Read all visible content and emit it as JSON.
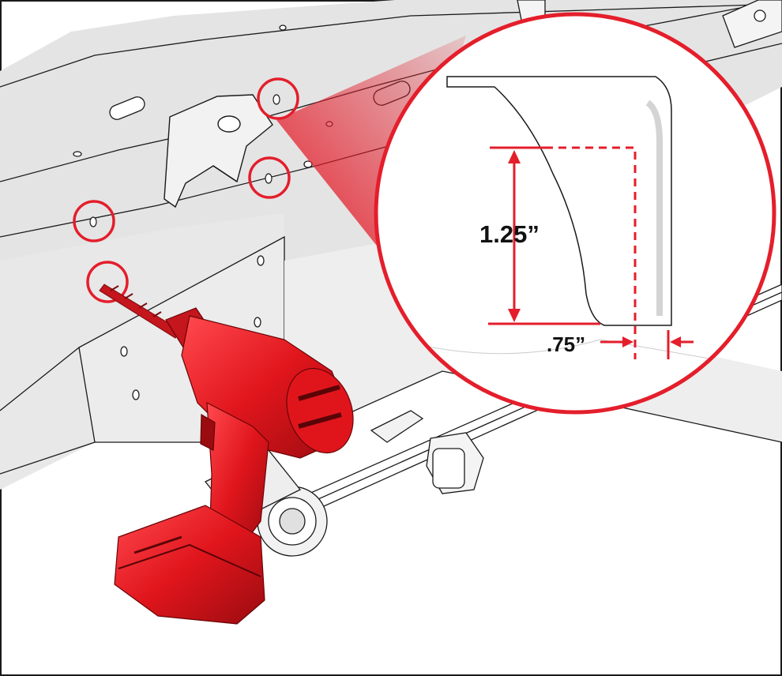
{
  "dimensions": {
    "height_label": "1.25”",
    "offset_label": ".75”"
  },
  "colors": {
    "accent": "#e41e2b",
    "frame_fill": "#e6e6e6",
    "line": "#1a1a1a",
    "drill_red": "#e0151c",
    "drill_dark": "#9a0c10"
  },
  "icons": {
    "drill": "drill-icon",
    "hole_marker": "circle-marker"
  }
}
